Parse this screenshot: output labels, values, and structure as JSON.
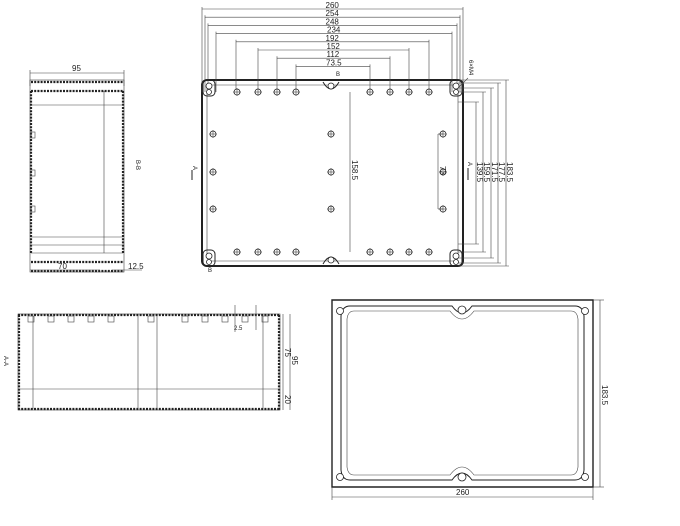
{
  "top_view": {
    "horizontal_dims": [
      "260",
      "254",
      "248",
      "234",
      "192",
      "152",
      "112",
      "73.5"
    ],
    "right_dims": [
      "183.5",
      "177.5",
      "171.5",
      "159.5",
      "139.5"
    ],
    "inner_dims": {
      "center": "158.5",
      "side": "73"
    },
    "screw_note": "6×M4",
    "section_mark_a": "A",
    "section_mark_b": "B"
  },
  "section_b": {
    "title": "B-B",
    "width": "95",
    "inner": "70",
    "lip": "12.5"
  },
  "section_a": {
    "title": "A-A",
    "height": "95",
    "body": "75",
    "lid": "20",
    "detail": "2.5"
  },
  "bottom_view": {
    "width": "260",
    "height": "183.5"
  }
}
